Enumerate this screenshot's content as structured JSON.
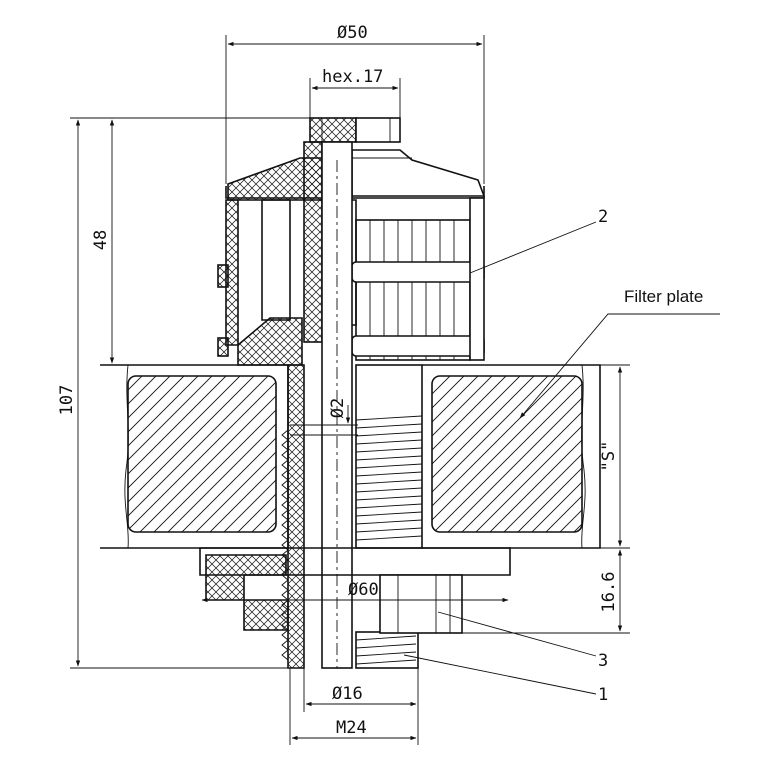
{
  "drawing": {
    "dimensions": {
      "top_diameter": "Ø50",
      "hex_size": "hex.17",
      "total_height": "107",
      "upper_height": "48",
      "hole_diameter": "Ø2",
      "plate_thickness": "\"S\"",
      "lower_height": "16.6",
      "flange_diameter": "Ø60",
      "bore_diameter": "Ø16",
      "thread": "M24"
    },
    "callouts": {
      "filter_plate": "Filter plate",
      "part_1": "1",
      "part_2": "2",
      "part_3": "3"
    }
  }
}
